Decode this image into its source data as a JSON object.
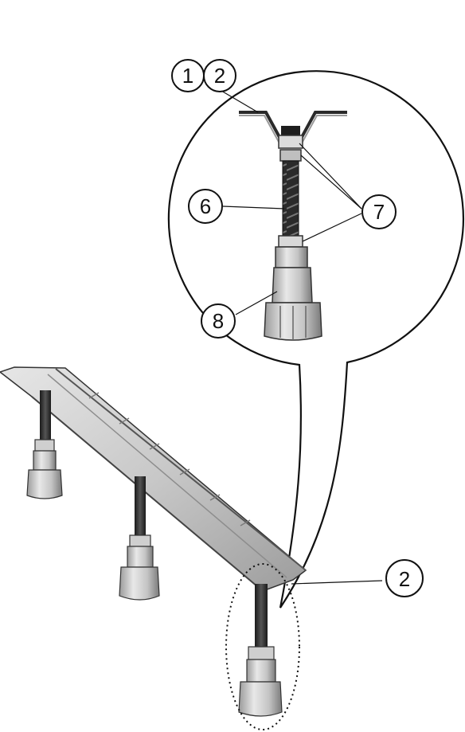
{
  "callouts": {
    "c1": "1",
    "c2_top": "2",
    "c6": "6",
    "c7": "7",
    "c8": "8",
    "c2_bottom": "2"
  },
  "colors": {
    "line": "#111111",
    "rail_light": "#d4d4d4",
    "rail_mid": "#a9a9a9",
    "rail_dark": "#4a4a4a",
    "rod": "#2a2a2a",
    "foot_light": "#e0e0e0",
    "foot_mid": "#b5b5b5",
    "foot_dark": "#6b6b6b"
  }
}
